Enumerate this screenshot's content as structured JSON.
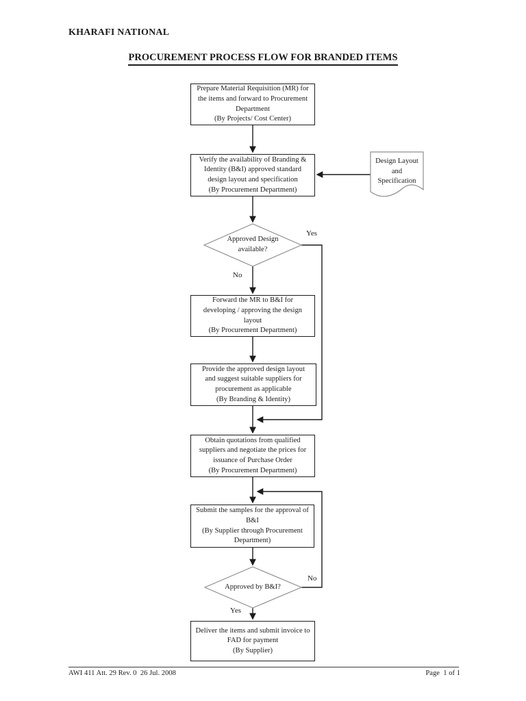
{
  "page": {
    "company": "KHARAFI NATIONAL",
    "title": "PROCUREMENT PROCESS FLOW FOR BRANDED ITEMS"
  },
  "flowchart": {
    "steps": {
      "prepare_mr": [
        "Prepare Material Requisition (MR) for",
        "the items and forward to Procurement",
        "Department",
        "(By Projects/ Cost Center)"
      ],
      "verify_availability": [
        "Verify the availability of Branding &",
        "Identity (B&I) approved standard",
        "design layout and specification",
        "(By Procurement Department)"
      ],
      "forward_mr": [
        "Forward the MR to B&I for",
        "developing / approving the design",
        "layout",
        "(By Procurement Department)"
      ],
      "provide_layout": [
        "Provide the approved design layout",
        "and suggest suitable suppliers for",
        "procurement as applicable",
        "(By Branding & Identity)"
      ],
      "obtain_quotations": [
        "Obtain quotations from qualified",
        "suppliers and negotiate the prices for",
        "issuance of Purchase Order",
        "(By Procurement Department)"
      ],
      "submit_samples": [
        "Submit the samples for the approval of",
        "B&I",
        "(By Supplier through Procurement",
        "Department)"
      ],
      "deliver_items": [
        "Deliver the items and submit invoice to",
        "FAD for payment",
        "(By Supplier)"
      ]
    },
    "decisions": {
      "design_available": [
        "Approved Design",
        "available?"
      ],
      "approved_by_bi": [
        "Approved by B&I?"
      ]
    },
    "document_shape": [
      "Design Layout",
      "and",
      "Specification"
    ],
    "labels": {
      "yes": "Yes",
      "no": "No"
    },
    "colors": {
      "line": "#1c1c1c",
      "shape_outline": "#8f8f8f"
    }
  },
  "footer": {
    "left": "AWI 411 Att. 29 Rev. 0  26 Jul. 2008",
    "right": "Page  1 of 1"
  }
}
